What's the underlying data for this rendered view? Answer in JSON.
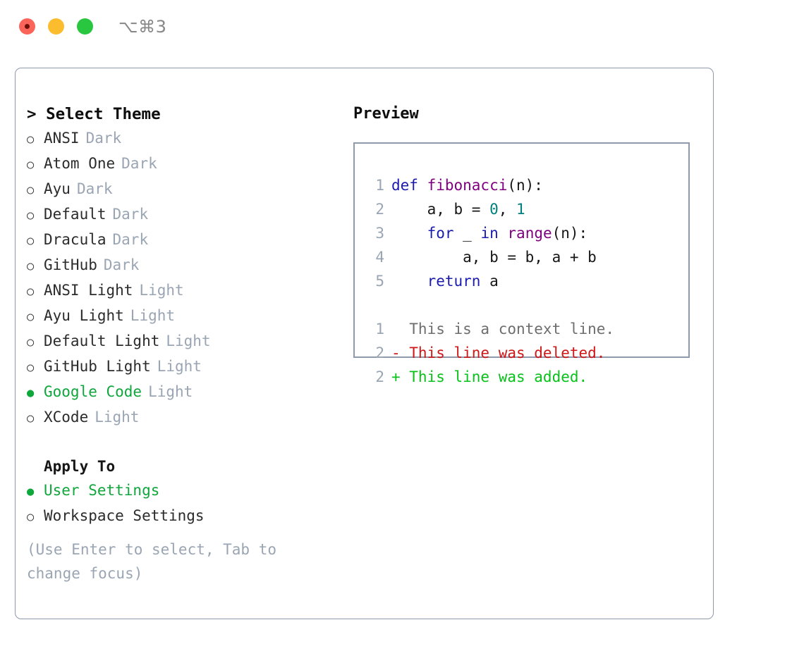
{
  "window": {
    "shortcut": "⌥⌘3",
    "traffic_lights": [
      {
        "name": "close",
        "color": "#fa6459"
      },
      {
        "name": "minimize",
        "color": "#fbbd2e"
      },
      {
        "name": "maximize",
        "color": "#29c73f"
      }
    ]
  },
  "theme_panel": {
    "caret": ">",
    "title": "Select Theme",
    "bullet_unselected": "○",
    "bullet_selected": "●",
    "items": [
      {
        "label": "ANSI",
        "kind": "Dark",
        "selected": false
      },
      {
        "label": "Atom One",
        "kind": "Dark",
        "selected": false
      },
      {
        "label": "Ayu",
        "kind": "Dark",
        "selected": false
      },
      {
        "label": "Default",
        "kind": "Dark",
        "selected": false
      },
      {
        "label": "Dracula",
        "kind": "Dark",
        "selected": false
      },
      {
        "label": "GitHub",
        "kind": "Dark",
        "selected": false
      },
      {
        "label": "ANSI Light",
        "kind": "Light",
        "selected": false
      },
      {
        "label": "Ayu Light",
        "kind": "Light",
        "selected": false
      },
      {
        "label": "Default Light",
        "kind": "Light",
        "selected": false
      },
      {
        "label": "GitHub Light",
        "kind": "Light",
        "selected": false
      },
      {
        "label": "Google Code",
        "kind": "Light",
        "selected": true
      },
      {
        "label": "XCode",
        "kind": "Light",
        "selected": false
      }
    ]
  },
  "apply_to": {
    "heading": "Apply To",
    "items": [
      {
        "label": "User Settings",
        "selected": true
      },
      {
        "label": "Workspace Settings",
        "selected": false
      }
    ]
  },
  "hint": "(Use Enter to select, Tab to change focus)",
  "preview": {
    "title": "Preview",
    "code_lines": [
      {
        "num": "1",
        "tokens": [
          {
            "text": "def ",
            "type": "kw"
          },
          {
            "text": "fibonacci",
            "type": "fn"
          },
          {
            "text": "(n):",
            "type": "plain"
          }
        ]
      },
      {
        "num": "2",
        "tokens": [
          {
            "text": "    a, b = ",
            "type": "plain"
          },
          {
            "text": "0",
            "type": "num"
          },
          {
            "text": ", ",
            "type": "plain"
          },
          {
            "text": "1",
            "type": "num"
          }
        ]
      },
      {
        "num": "3",
        "tokens": [
          {
            "text": "    ",
            "type": "plain"
          },
          {
            "text": "for",
            "type": "kw"
          },
          {
            "text": " _ ",
            "type": "plain"
          },
          {
            "text": "in",
            "type": "kw"
          },
          {
            "text": " ",
            "type": "plain"
          },
          {
            "text": "range",
            "type": "fn"
          },
          {
            "text": "(n):",
            "type": "plain"
          }
        ]
      },
      {
        "num": "4",
        "tokens": [
          {
            "text": "        a, b = b, a + b",
            "type": "plain"
          }
        ]
      },
      {
        "num": "5",
        "tokens": [
          {
            "text": "    ",
            "type": "plain"
          },
          {
            "text": "return",
            "type": "kw"
          },
          {
            "text": " a",
            "type": "plain"
          }
        ]
      }
    ],
    "diff_lines": [
      {
        "num": "1",
        "marker": "  ",
        "text": "This is a context line.",
        "type": "ctx"
      },
      {
        "num": "2",
        "marker": "- ",
        "text": "This line was deleted.",
        "type": "del"
      },
      {
        "num": "2",
        "marker": "+ ",
        "text": "This line was added.",
        "type": "add"
      }
    ]
  },
  "colors": {
    "accent_green": "#0fa63c",
    "muted_blue_gray": "#9aa5b4",
    "border": "#8e9aab",
    "keyword": "#1b1bb0",
    "function": "#800180",
    "number": "#00807d",
    "diff_delete": "#cf1717",
    "diff_add": "#08c21a"
  }
}
